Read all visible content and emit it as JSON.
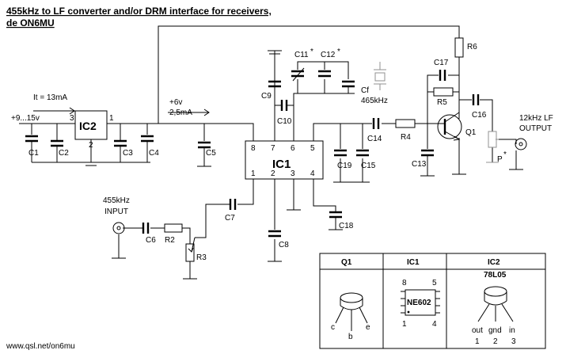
{
  "title": {
    "line1": "455kHz to LF converter and/or DRM interface for receivers,",
    "line2": "de ON6MU"
  },
  "footer": {
    "url": "www.qsl.net/on6mu"
  },
  "annotations": {
    "supply_current": "It = 13mA",
    "supply_voltage": "+9...15v",
    "ic_supply_v": "+6v",
    "ic_supply_i": "2,5mA",
    "input_label_1": "455kHz",
    "input_label_2": "INPUT",
    "output_label_1": "12kHz LF",
    "output_label_2": "OUTPUT",
    "crystal_freq": "465kHz"
  },
  "ics": {
    "ic1": "IC1",
    "ic2": "IC2"
  },
  "ic1_pins": [
    "8",
    "7",
    "6",
    "5",
    "1",
    "2",
    "3",
    "4"
  ],
  "ic2_pins": {
    "p1": "1",
    "p2": "2",
    "p3": "3"
  },
  "components": {
    "C1": "C1",
    "C2": "C2",
    "C3": "C3",
    "C4": "C4",
    "C5": "C5",
    "C6": "C6",
    "C7": "C7",
    "C8": "C8",
    "C9": "C9",
    "C10": "C10",
    "C11": "C11",
    "C12": "C12",
    "C13": "C13",
    "C14": "C14",
    "C15": "C15",
    "C16": "C16",
    "C17": "C17",
    "C18": "C18",
    "C19": "C19",
    "Cf": "Cf",
    "R2": "R2",
    "R3": "R3",
    "R4": "R4",
    "R5": "R5",
    "R6": "R6",
    "P": "P",
    "Q1": "Q1",
    "star": "*"
  },
  "pinout": {
    "q1_title": "Q1",
    "q1_pins": [
      "c",
      "b",
      "e"
    ],
    "ic1_title": "IC1",
    "ic1_chip": "NE602",
    "ic1_pins": [
      "8",
      "5",
      "1",
      "4"
    ],
    "ic2_title": "IC2",
    "ic2_part": "78L05",
    "ic2_pins": [
      "out",
      "gnd",
      "in"
    ],
    "ic2_nums": [
      "1",
      "2",
      "3"
    ]
  }
}
